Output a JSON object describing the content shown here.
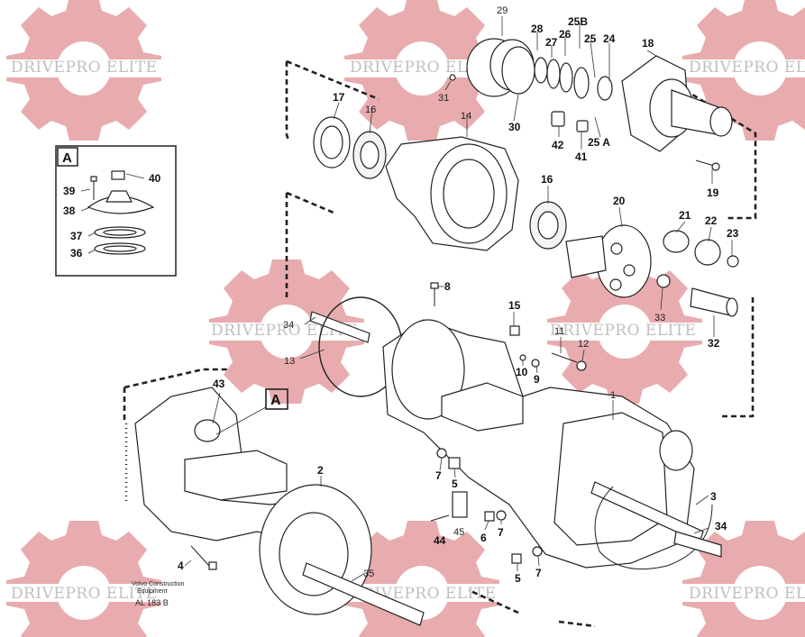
{
  "watermark": {
    "text": "DRIVEPRO ELITE",
    "gear_color": "#e6a3a6",
    "text_color": "#b8b8b8"
  },
  "inset": {
    "title": "A"
  },
  "callout": {
    "label": "A"
  },
  "footer": {
    "line1": "Volvo Construction",
    "line2": "Equipment",
    "ref": "AL 183 B"
  },
  "labels": {
    "p1": "1",
    "p2": "2",
    "p3": "3",
    "p4": "4",
    "p5a": "5",
    "p5b": "5",
    "p6": "6",
    "p7a": "7",
    "p7b": "7",
    "p7c": "7",
    "p8": "8",
    "p9": "9",
    "p10": "10",
    "p11": "11",
    "p12": "12",
    "p13": "13",
    "p14": "14",
    "p15": "15",
    "p16a": "16",
    "p16b": "16",
    "p17": "17",
    "p18": "18",
    "p19": "19",
    "p20": "20",
    "p21": "21",
    "p22": "22",
    "p23": "23",
    "p24": "24",
    "p25": "25",
    "p25a": "25 A",
    "p25b": "25B",
    "p26": "26",
    "p27": "27",
    "p28": "28",
    "p29": "29",
    "p30": "30",
    "p31": "31",
    "p32": "32",
    "p33": "33",
    "p34a": "34",
    "p34b": "34",
    "p35": "35",
    "p36": "36",
    "p37": "37",
    "p38": "38",
    "p39": "39",
    "p40": "40",
    "p41": "41",
    "p42": "42",
    "p43": "43",
    "p44": "44",
    "p45": "45"
  }
}
